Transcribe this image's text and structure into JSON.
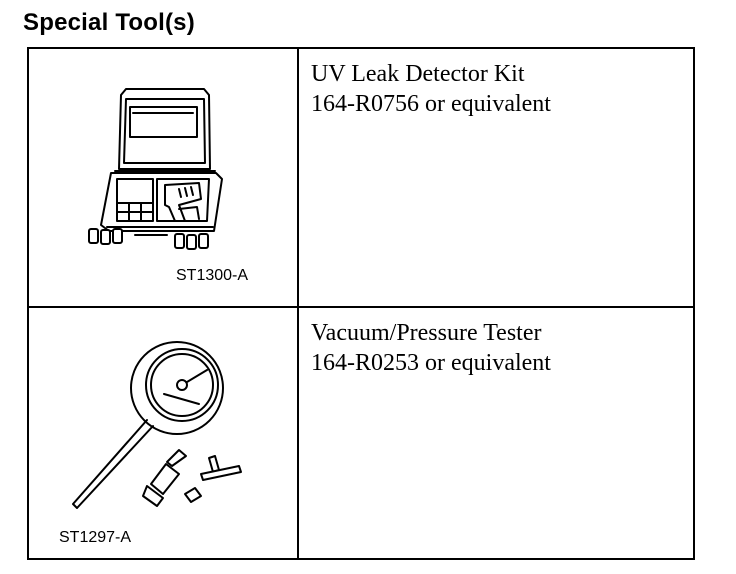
{
  "page": {
    "title": "Special Tool(s)"
  },
  "tools": [
    {
      "image_label": "ST1300-A",
      "icon": "uv-leak-detector-kit-case",
      "name": "UV Leak Detector Kit",
      "part_number": "164-R0756 or equivalent"
    },
    {
      "image_label": "ST1297-A",
      "icon": "vacuum-pressure-gauge",
      "name": "Vacuum/Pressure Tester",
      "part_number": "164-R0253 or equivalent"
    }
  ]
}
